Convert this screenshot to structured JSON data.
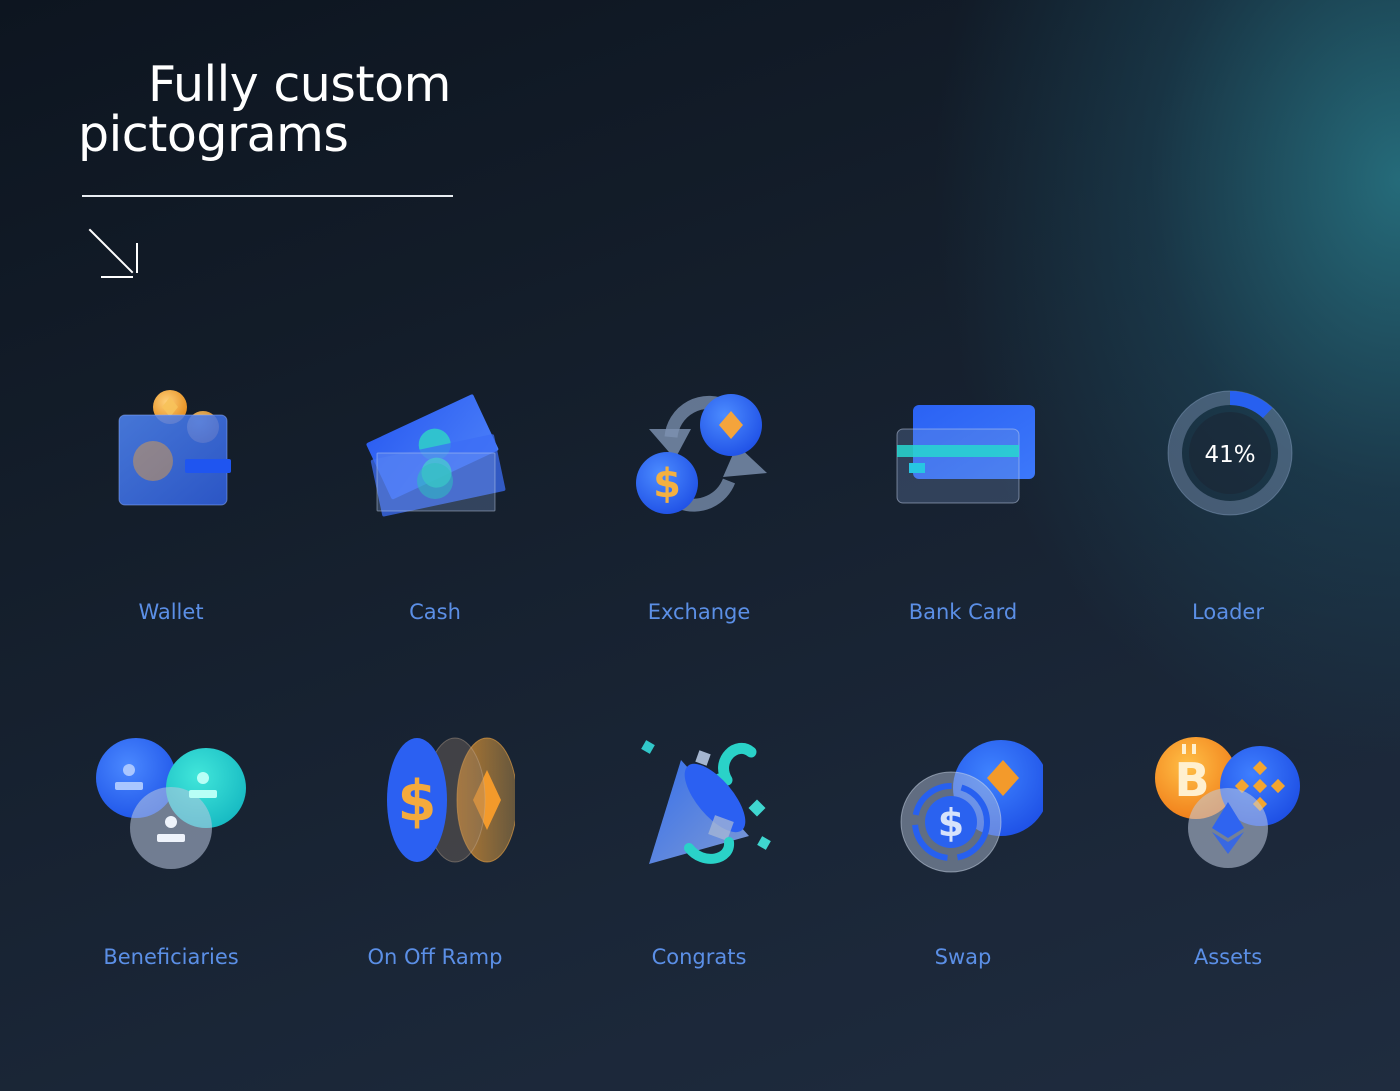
{
  "heading": {
    "line1": "Fully custom",
    "line2": "pictograms"
  },
  "icons": [
    {
      "name": "wallet-icon",
      "label": "Wallet"
    },
    {
      "name": "cash-icon",
      "label": "Cash"
    },
    {
      "name": "exchange-icon",
      "label": "Exchange"
    },
    {
      "name": "bank-card-icon",
      "label": "Bank Card"
    },
    {
      "name": "loader-icon",
      "label": "Loader",
      "text": "41%",
      "progress": 0.12
    },
    {
      "name": "beneficiaries-icon",
      "label": "Beneficiaries"
    },
    {
      "name": "on-off-ramp-icon",
      "label": "On Off Ramp"
    },
    {
      "name": "congrats-icon",
      "label": "Congrats"
    },
    {
      "name": "swap-icon",
      "label": "Swap"
    },
    {
      "name": "assets-icon",
      "label": "Assets"
    }
  ],
  "colors": {
    "label": "#5b8fe6",
    "primary_blue": "#2f64f0",
    "teal": "#28d3c8",
    "gold": "#f2a53a"
  }
}
